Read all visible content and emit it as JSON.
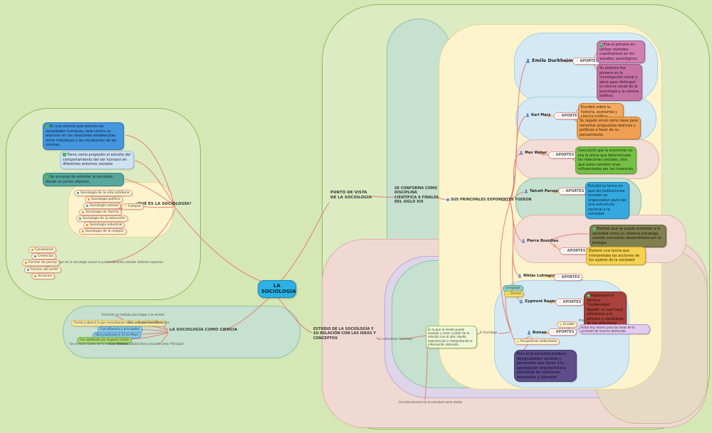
{
  "root_label": "LA SOCIOLOGÍA",
  "left": {
    "title": "¿QUÉ ES LA SOCIOLOGÍA?",
    "definitions": [
      "Es una ciencia que estudia las sociedades humanas, esta centra su atención en las relaciones establecidas entre individuos y las resultantes de las mismas.",
      "Tiene como propósito el estudio del comportamiento del ser humano en diferentes entornos sociales",
      "Se encarga de estudiar la sociedad desde un punto objetivo."
    ],
    "campos": {
      "label": "Campos",
      "items": [
        "Sociología de la vida cotidiana",
        "Sociología política",
        "Sociología urbana",
        "Sociología de familia",
        "Sociología de la educación",
        "Sociología industrial",
        "Sociología de la religión"
      ]
    },
    "labor": {
      "text": "La labor de la sociología actual es profundamente estudiar distintos aspectos",
      "aspects": [
        "Conexiones",
        "Creencias",
        "Formas de pensar",
        "Formas del sentir",
        "Acciones"
      ]
    }
  },
  "ciencia": {
    "title": "LA SOCIOLOGÍA COMO CIENCIA",
    "metodo": "Encontró un método para llegar a la verdad",
    "formo": "Formó y abarcó lo que necesitamos tener: métodos científicos",
    "descartes": "Discurso por René Descartes",
    "influencia": "Fue influencia y principales",
    "obra": "Obra publicada el 24 de Mayo",
    "comte": "Fue nombrada por Auguste Comte",
    "bases": "Se sentaron bases de la ciencia moderna",
    "newton": "Isaac Newton publicó libro conocido como \"Principia\""
  },
  "punto": {
    "title": "PUNTO DE VISTA DE LA SOCIOLOGÍA",
    "conforma": "SE CONFORMA COMO DISCIPLINA CIENTÍFICA A FINALES DEL SIGLO XIX",
    "exponentes_title": "SUS PRINCIPALES EXPONENTES FUERON",
    "aportes_label": "APORTES",
    "exponentes": [
      {
        "name": "Emile Durkheim",
        "aportes": [
          "Fue el primero en utilizar métodos cuantitativos en los estudios sociológicos",
          "Su postura fue pionera en la investigación social y abrió paso distinguir la ciencia social de la psicología y la ciencia política."
        ]
      },
      {
        "name": "Karl Marx",
        "aportes": [
          "Escribió sobre la historia, economía y ciencia política.",
          "Su legado sirvió como base para remontar propuestas teóricas y políticas a favor de su pensamiento."
        ]
      },
      {
        "name": "Max Weber",
        "aportes": [
          "Descubrió que la economía no era la única que determinaba las relaciones sociales, sino que estas también eran influenciadas por las creencias"
        ]
      },
      {
        "name": "Talcott Parsons",
        "aportes": [
          "Estudió la forma en que las instituciones sociales se organizaban para dar una estructura racional a la sociedad."
        ]
      },
      {
        "name": "Pierre Bourdieu",
        "planteo": "Planteó que se puede entender a la sociedad como un sistema estratega usando conceptos desarrollados por la biología",
        "aportes": [
          "Elaboró una teoría que interpretaba las acciones de los sujetos de la sociedad"
        ]
      },
      {
        "name": "Niklas Luhmann",
        "aportes": []
      },
      {
        "name": "Zygmunt Bauman",
        "aportes": [
          "Popularizó el término \"modernidad líquida\" el cual hace referencia a lo efímero y cambiante de las relaciones humanas"
        ]
      },
      {
        "name": "Boman",
        "pompa": "Pompa",
        "durable": "Durable",
        "lavanda": "Actúa hoy mismo para las áreas de la sociedad de manera destacada",
        "perspectivas": "Perspectivas ambientales",
        "purple": "Para él la sociedad produce desigualdades sociales y personales que llevan a la segregación arquitectónica, afectando las relaciones personales y laborales",
        "aportes": []
      }
    ]
  },
  "estudio": {
    "title": "ESTUDIO DE LA SOCIOLOGÍA Y SU RELACIÓN CON LAS IDEAS Y CONCEPTOS",
    "naturaleza": "La naturaleza individual",
    "mente": "Es lo que la mente puede analizar y crear a partir de la relación con el otro, dando experiencias e interpretando la información obtenida",
    "sociologo": "El Sociólogo",
    "consideraciones": "Consideraciones de la sociedad como medio",
    "pills": [
      "Lenguaje",
      "Dinero"
    ]
  }
}
